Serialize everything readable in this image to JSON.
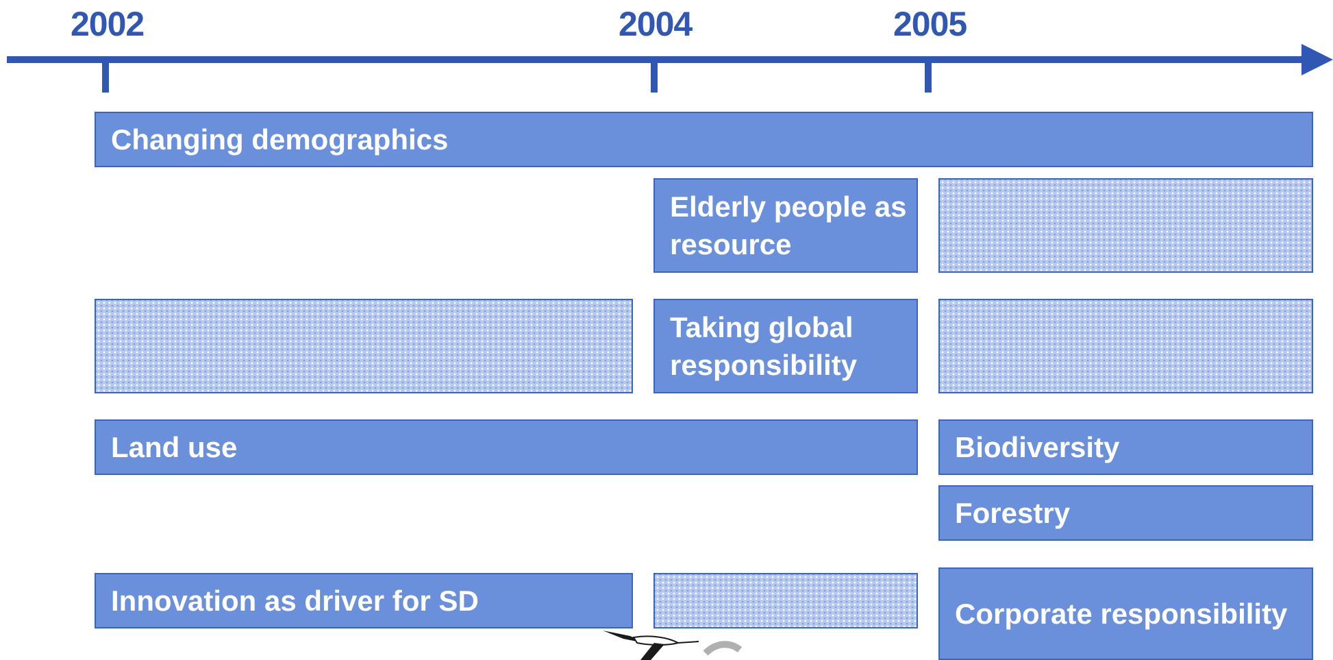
{
  "timeline": {
    "years": [
      "2002",
      "2004",
      "2005"
    ]
  },
  "topics": {
    "changing_demographics": "Changing demographics",
    "elderly_people": "Elderly people as resource",
    "taking_global": "Taking global responsibility",
    "land_use": "Land use",
    "biodiversity": "Biodiversity",
    "forestry": "Forestry",
    "innovation": "Innovation as driver for SD",
    "corporate": "Corporate responsibility"
  },
  "colors": {
    "axis": "#3057b4",
    "bar_fill": "#6a90dc",
    "bar_border": "#3a64c0",
    "hatched_fill": "#b7c9ef"
  },
  "decorations": {
    "bird_icon": "flying-stork-icon"
  }
}
